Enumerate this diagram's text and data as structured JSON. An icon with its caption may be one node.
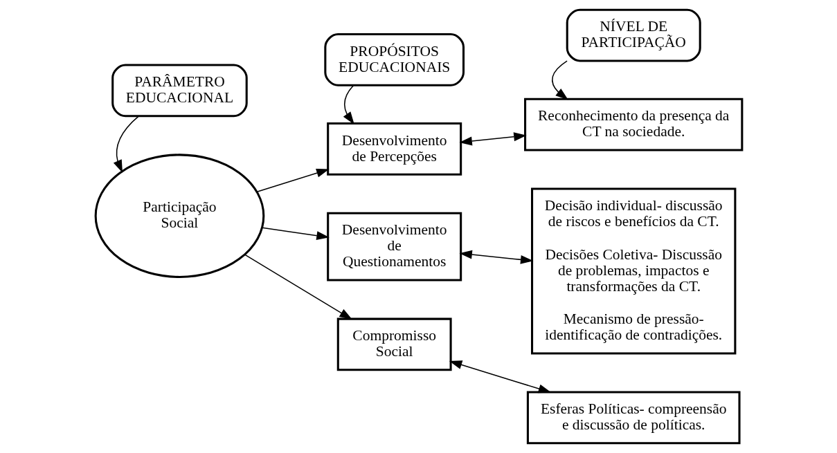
{
  "diagram": {
    "nodes": [
      {
        "text": [
          "PARÂMETRO EDUCACIONAL"
        ]
      },
      {
        "text": [
          "PROPÓSITOS EDUCACIONAIS"
        ]
      },
      {
        "text": [
          "NÍVEL DE PARTICIPAÇÃO"
        ]
      },
      {
        "text": [
          "Desenvolvimento de Percepções"
        ]
      },
      {
        "text": [
          "Reconhecimento da presença da CT na sociedade."
        ]
      },
      {
        "text": [
          "Participação Social"
        ]
      },
      {
        "text": [
          "Desenvolvimento de Questionamentos"
        ]
      },
      {
        "text": [
          "Decisão individual- discussão de riscos e benefícios da CT.",
          "Decisões Coletiva- Discussão de problemas, impactos e transformações da CT.",
          "Mecanismo de pressão- identificação de contradições."
        ]
      },
      {
        "text": [
          "Compromisso Social"
        ]
      },
      {
        "text": [
          "Esferas Políticas- compreensão e discussão de políticas."
        ]
      }
    ],
    "edges": [
      {
        "from": 0,
        "to": 5,
        "arrow": "to"
      },
      {
        "from": 1,
        "to": 3,
        "arrow": "to"
      },
      {
        "from": 2,
        "to": 4,
        "arrow": "to"
      },
      {
        "from": 5,
        "to": 3,
        "arrow": "to"
      },
      {
        "from": 5,
        "to": 6,
        "arrow": "to"
      },
      {
        "from": 5,
        "to": 8,
        "arrow": "to"
      },
      {
        "from": 3,
        "to": 4,
        "arrow": "both"
      },
      {
        "from": 6,
        "to": 7,
        "arrow": "both"
      },
      {
        "from": 8,
        "to": 9,
        "arrow": "both"
      }
    ]
  }
}
